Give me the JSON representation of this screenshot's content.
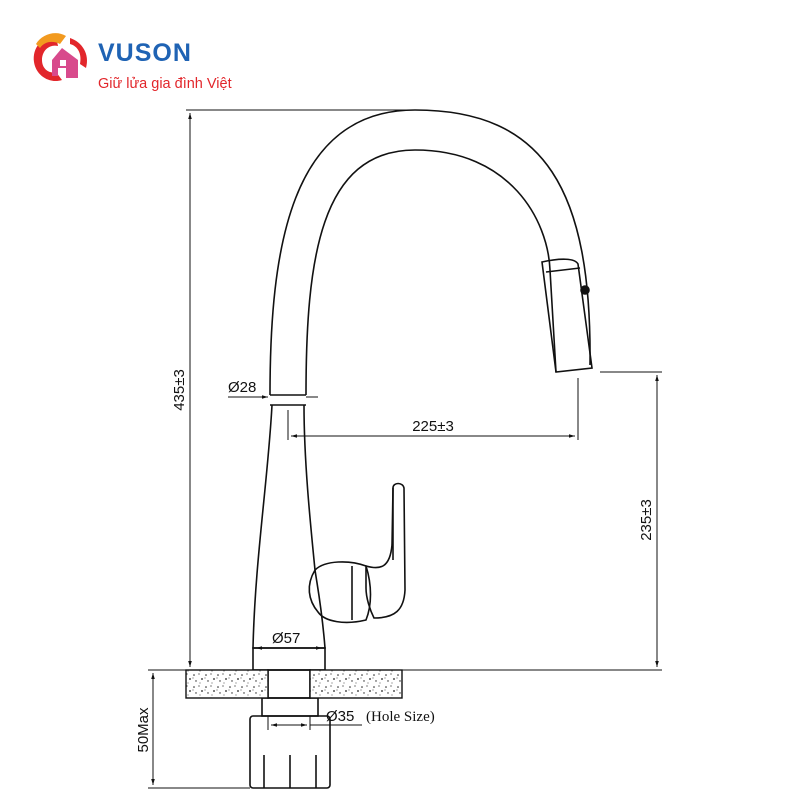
{
  "brand": {
    "name": "VUSON",
    "tagline": "Giữ lửa gia đình Việt",
    "colors": {
      "primary": "#1f63b4",
      "red": "#e2262b",
      "orange": "#f29a1f",
      "pink": "#d84a8c"
    }
  },
  "diagram": {
    "line_color": "#111111",
    "dimensions": {
      "total_height": "435±3",
      "spout_height": "235±3",
      "reach": "225±3",
      "neck_diameter": "Ø28",
      "base_diameter": "Ø57",
      "hole_diameter": "Ø35",
      "hole_note": "(Hole Size)",
      "max_thickness": "50Max"
    }
  }
}
